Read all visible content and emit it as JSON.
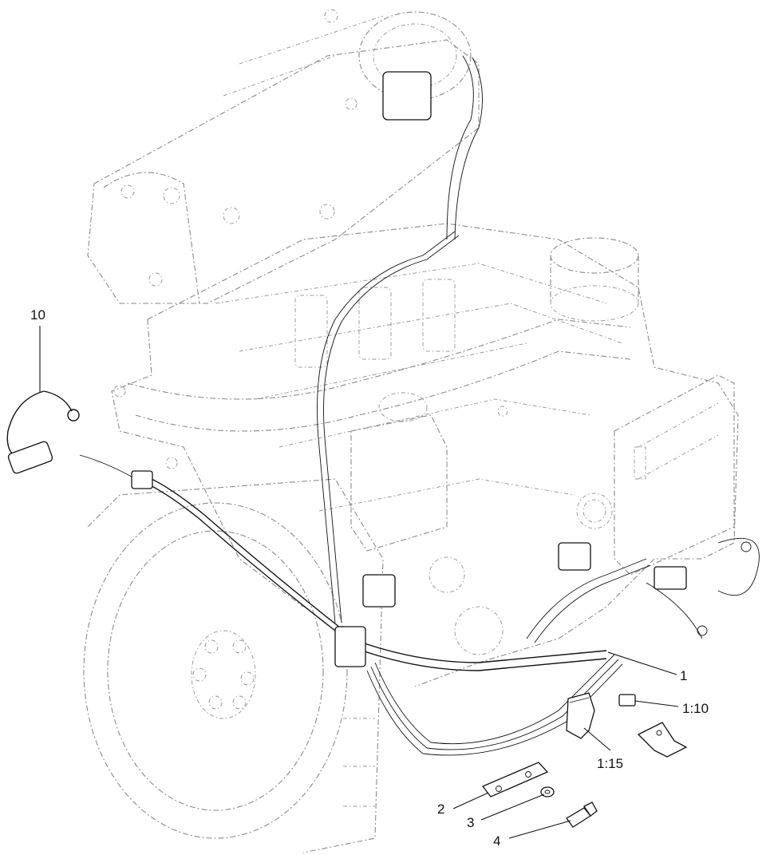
{
  "callouts": {
    "c1": "1",
    "c1_10": "1:10",
    "c1_15": "1:15",
    "c2": "2",
    "c3": "3",
    "c4": "4",
    "c10": "10"
  }
}
